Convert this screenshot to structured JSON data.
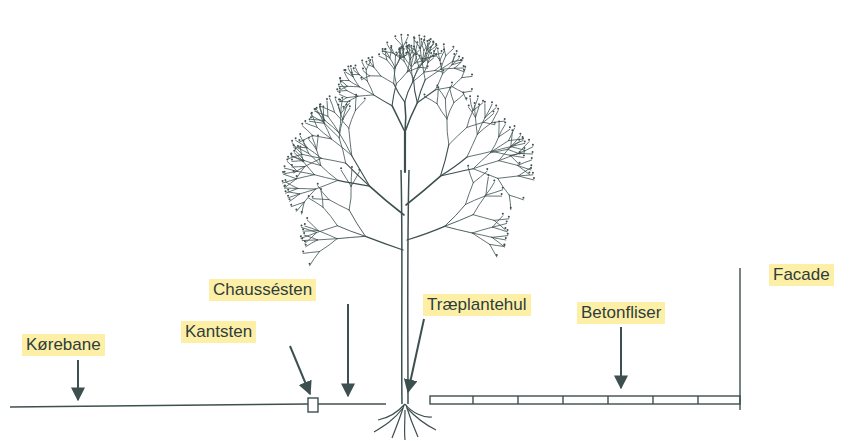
{
  "diagram": {
    "nodes": [
      {
        "text": [
          "Kørebane"
        ]
      },
      {
        "text": [
          "Kantsten"
        ]
      },
      {
        "text": [
          "Chaussésten"
        ]
      },
      {
        "text": [
          "Træplantehul"
        ]
      },
      {
        "text": [
          "Betonfliser"
        ]
      },
      {
        "text": [
          "Facade"
        ]
      }
    ]
  }
}
